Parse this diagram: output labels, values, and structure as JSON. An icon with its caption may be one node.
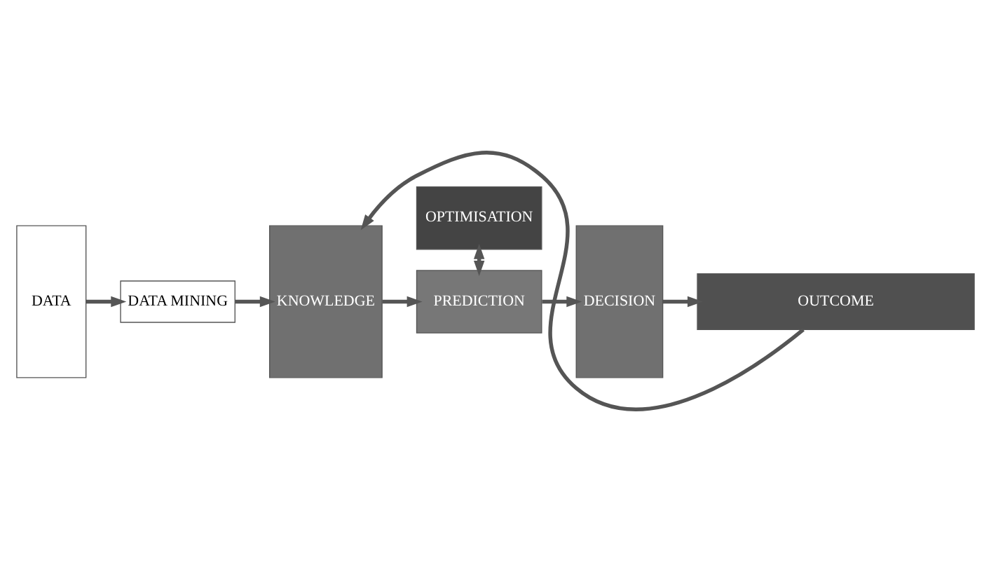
{
  "diagram": {
    "nodes": [
      {
        "text": [
          "DATA"
        ]
      },
      {
        "text": [
          "DATA MINING"
        ]
      },
      {
        "text": [
          "KNOWLEDGE"
        ]
      },
      {
        "text": [
          "OPTIMISATION"
        ]
      },
      {
        "text": [
          "PREDICTION"
        ]
      },
      {
        "text": [
          "DECISION"
        ]
      },
      {
        "text": [
          "OUTCOME"
        ]
      }
    ],
    "edges": [
      {
        "from": 0,
        "to": 1,
        "arrow": "to"
      },
      {
        "from": 1,
        "to": 2,
        "arrow": "to"
      },
      {
        "from": 2,
        "to": 4,
        "arrow": "to"
      },
      {
        "from": 3,
        "to": 4,
        "arrow": "both"
      },
      {
        "from": 4,
        "to": 5,
        "arrow": "to"
      },
      {
        "from": 5,
        "to": 6,
        "arrow": "to"
      },
      {
        "from": 6,
        "to": 2,
        "arrow": "to"
      }
    ]
  }
}
